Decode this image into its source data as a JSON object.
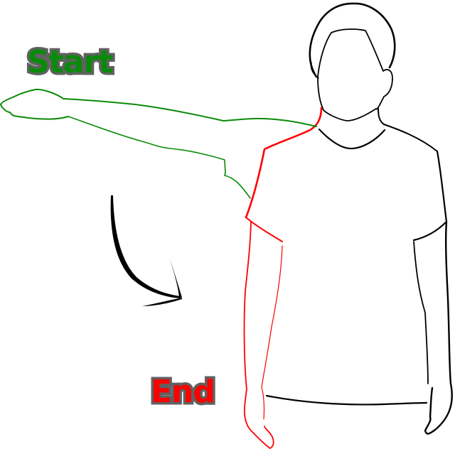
{
  "title": "Arm adduction movement illustration",
  "labels": {
    "start": "Start",
    "end": "End"
  },
  "colors": {
    "start_color": "#0a8a0a",
    "end_color": "#ff0000",
    "label_outline": "#616161",
    "figure_outline": "#000000",
    "background": "#ffffff"
  },
  "figure": {
    "description": "Outline of a person in a t-shirt; left arm shown raised horizontally (start, green) and lowered at the side (end, red); curved arrow indicates downward motion"
  }
}
